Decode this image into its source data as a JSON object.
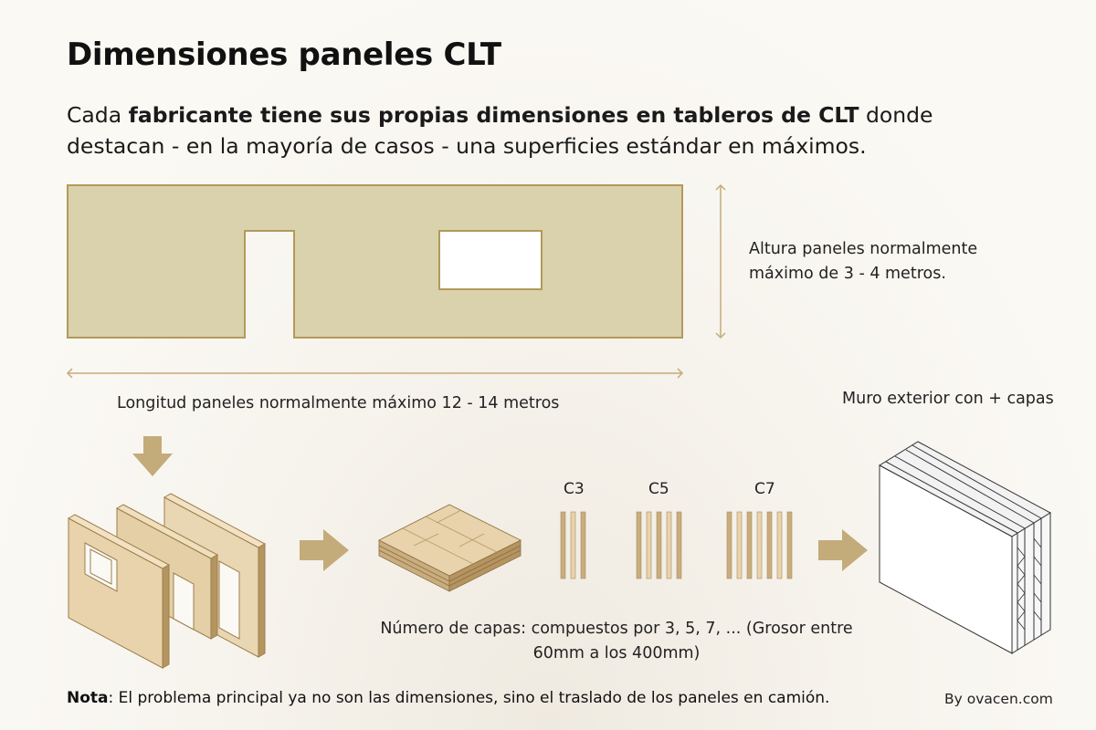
{
  "title": "Dimensiones paneles CLT",
  "intro": {
    "prefix": "Cada ",
    "bold": "fabricante tiene sus propias dimensiones en tableros de CLT",
    "suffix": " donde destacan - en la mayoría de casos - una superficies estándar en máximos."
  },
  "labels": {
    "height": "Altura paneles normalmente máximo de 3 - 4 metros.",
    "length": "Longitud paneles normalmente máximo 12 - 14 metros",
    "exterior_wall": "Muro exterior con + capas",
    "layers": "Número de capas: compuestos por 3, 5, 7, ... (Grosor entre 60mm a los 400mm)"
  },
  "layer_types": [
    {
      "tag": "C3",
      "count": 3
    },
    {
      "tag": "C5",
      "count": 5
    },
    {
      "tag": "C7",
      "count": 7
    }
  ],
  "note": {
    "bold": "Nota",
    "text": ": El problema principal ya no son las dimensiones, sino el traslado de los paneles en camión."
  },
  "credit": "By ovacen.com",
  "colors": {
    "panel_fill": "#d9d2ad",
    "panel_stroke": "#b39a5a",
    "arrow": "#c4ab7a",
    "wood_light": "#e8d3ad",
    "wood_dark": "#c9ad7e"
  },
  "icons": [
    "arrow-down-icon",
    "arrow-right-icon",
    "double-arrow-vertical-icon",
    "double-arrow-horizontal-icon"
  ]
}
